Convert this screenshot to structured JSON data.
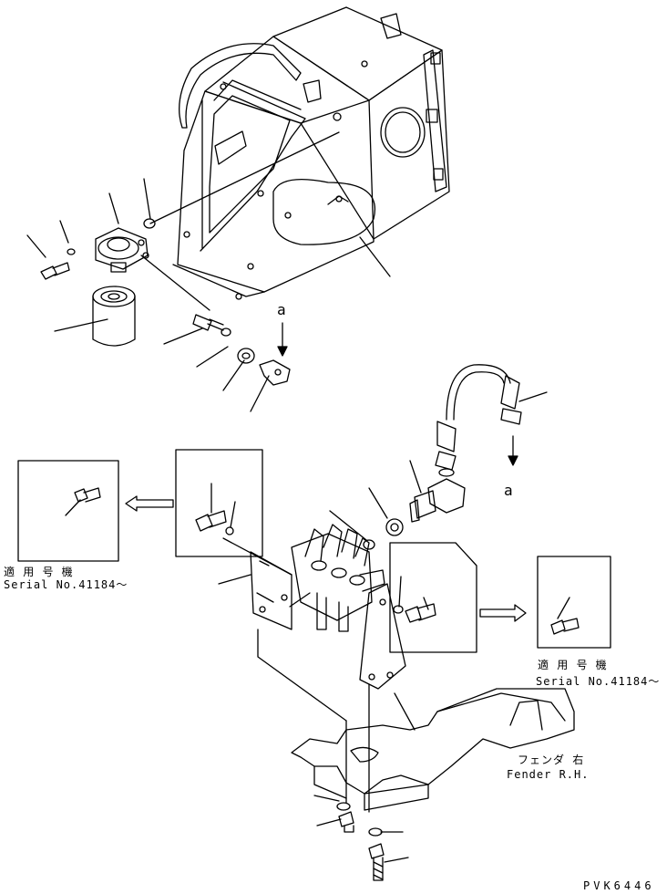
{
  "callout_a_top": "a",
  "callout_a_right": "a",
  "applicable_left_jp": "適 用 号 機",
  "applicable_left_en": "Serial No.41184～",
  "applicable_right_jp": "適 用 号 機",
  "applicable_right_en": "Serial No.41184～",
  "fender_jp": "フェンダ 右",
  "fender_en": "Fender R.H.",
  "drawing_number": "PVK6446"
}
